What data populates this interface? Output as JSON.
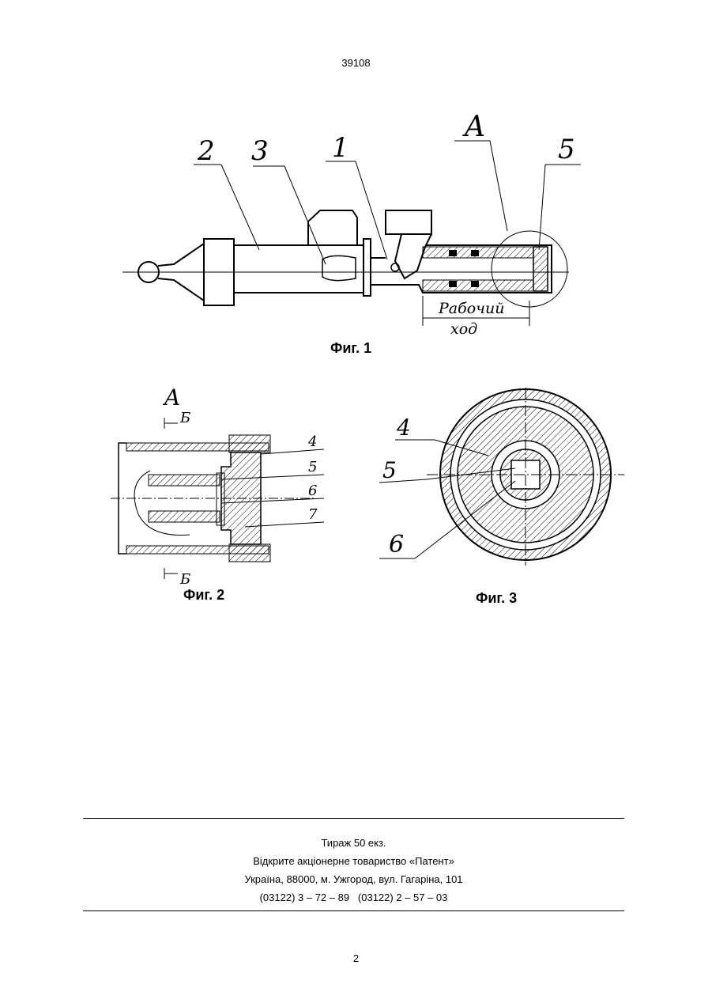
{
  "header": {
    "patent_number": "39108"
  },
  "figures": [
    {
      "caption": "Фиг. 1",
      "labels": {
        "p2": "2",
        "p3": "3",
        "p1": "1",
        "view": "A",
        "p5": "5",
        "stroke_line1": "Рабочий",
        "stroke_line2": "ход"
      }
    },
    {
      "caption": "Фиг. 2",
      "labels": {
        "view": "A",
        "section_top": "Б",
        "section_bottom": "Б",
        "p4": "4",
        "p5": "5",
        "p6": "6",
        "p7": "7"
      }
    },
    {
      "caption": "Фиг. 3",
      "labels": {
        "p4": "4",
        "p5": "5",
        "p6": "6"
      }
    }
  ],
  "footer": {
    "lines": [
      "Тираж 50 екз.",
      "Відкрите акціонерне товариство «Патент»",
      "Україна, 88000, м. Ужгород, вул. Гагаріна, 101",
      "(03122) 3 – 72 – 89   (03122) 2 – 57 – 03"
    ]
  },
  "page_number": "2"
}
